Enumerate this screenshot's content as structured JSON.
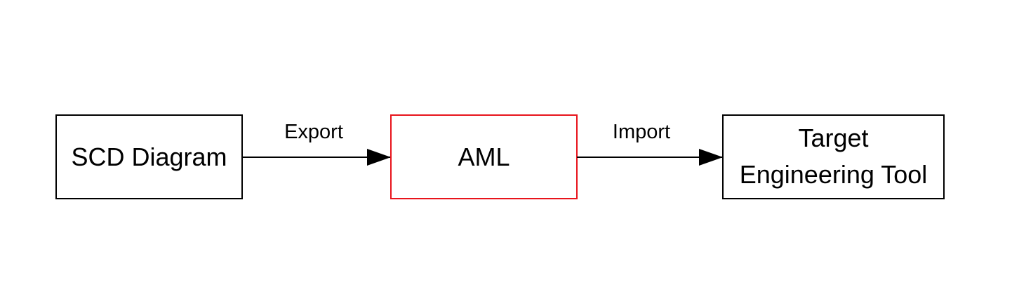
{
  "nodes": {
    "scd": {
      "label": "SCD Diagram",
      "border_color": "#000000"
    },
    "aml": {
      "label": "AML",
      "border_color": "#e8141c"
    },
    "target": {
      "label_line1": "Target",
      "label_line2": "Engineering Tool",
      "border_color": "#000000"
    }
  },
  "edges": {
    "export": {
      "label": "Export"
    },
    "import": {
      "label": "Import"
    }
  }
}
